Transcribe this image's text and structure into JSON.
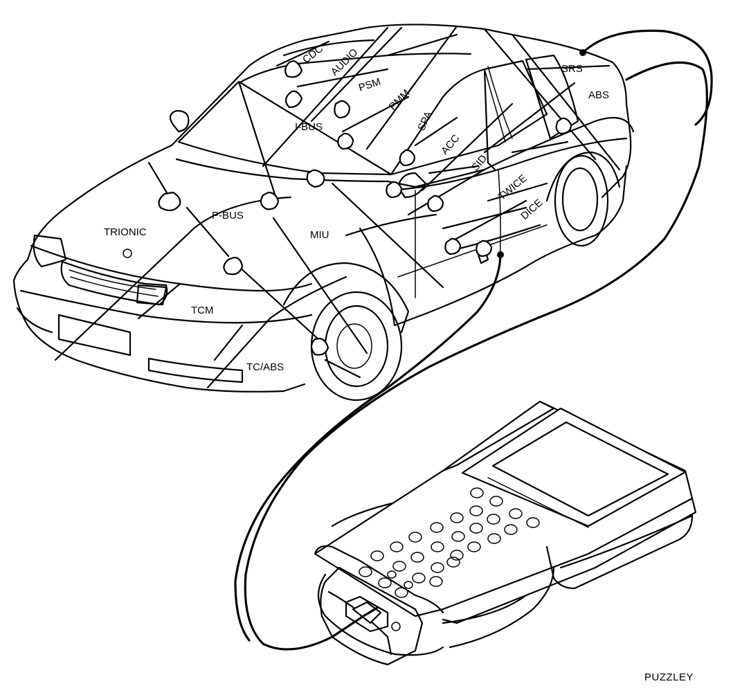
{
  "diagram": {
    "labels": {
      "cdc": "CDC",
      "audio": "AUDIO",
      "psm": "PSM",
      "pmm": "PMM",
      "ibus": "I-BUS",
      "spa": "SPA",
      "acc": "ACC",
      "sid": "SID",
      "twice": "TWICE",
      "dice": "DICE",
      "srs": "SRS",
      "abs": "ABS",
      "trionic": "TRIONIC",
      "pbus": "P-BUS",
      "miu": "MIU",
      "tcm": "TCM",
      "tcabs": "TC/ABS"
    },
    "caption": "PUZZLEY"
  }
}
